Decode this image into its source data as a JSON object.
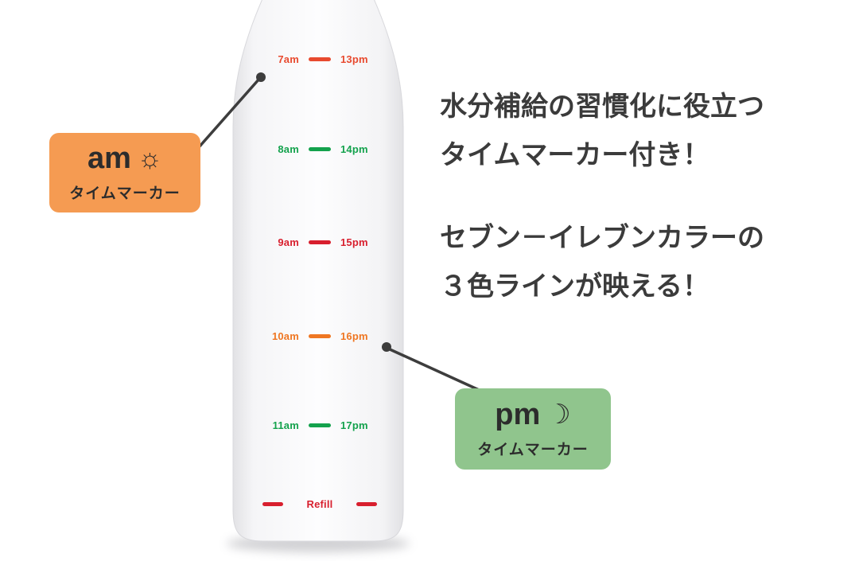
{
  "bottle": {
    "rows": [
      {
        "left": "7am",
        "right": "13pm",
        "color": "#e84a2f"
      },
      {
        "left": "8am",
        "right": "14pm",
        "color": "#14a24d"
      },
      {
        "left": "9am",
        "right": "15pm",
        "color": "#d81f2e"
      },
      {
        "left": "10am",
        "right": "16pm",
        "color": "#ef7723"
      },
      {
        "left": "11am",
        "right": "17pm",
        "color": "#14a24d"
      }
    ],
    "refill": {
      "label": "Refill",
      "color": "#d81f2e"
    }
  },
  "callouts": {
    "am": {
      "title": "am",
      "icon_glyph": "☼",
      "subtitle": "タイムマーカー",
      "bg": "#f59b52"
    },
    "pm": {
      "title": "pm",
      "icon_glyph": "☽",
      "subtitle": "タイムマーカー",
      "bg": "#90c58d"
    }
  },
  "description": {
    "line1": "水分補給の習慣化に役立つ",
    "line2": "タイムマーカー付き！",
    "line3": "セブン－イレブンカラーの",
    "line4": "３色ラインが映える！"
  },
  "colors": {
    "line_connector": "#3d3d3d",
    "bottle_edge": "#e2e2e5",
    "bottle_center": "#fdfdfe"
  }
}
